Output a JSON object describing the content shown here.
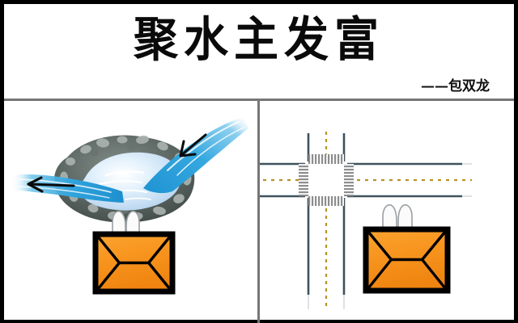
{
  "figure": {
    "title": "聚水主发富",
    "byline": "——包双龙",
    "border_color": "#000000",
    "divider_color": "#767676",
    "background": "#ffffff"
  },
  "palette": {
    "water_stream": "#3aa6dd",
    "water_stream_light": "#9ed8f2",
    "pool_fill": "#cfe5f7",
    "rock_dark": "#49544f",
    "rock_light": "#9aa3a0",
    "house_orange": "#f7941e",
    "house_orange_dark": "#ef7f11",
    "house_outline": "#000000",
    "road_edge": "#3f525e",
    "road_center_line": "#b79323",
    "crosswalk_stripe": "#8a8a8a",
    "arrow": "#000000"
  },
  "panels": [
    {
      "id": "water-pool-panel",
      "side": "left",
      "caption": "",
      "elements": [
        {
          "name": "rock-ring",
          "label": "rocky pool rim"
        },
        {
          "name": "water-pool",
          "label": "gathered water pool"
        },
        {
          "name": "inflow-stream",
          "label": "incoming water stream",
          "direction": "from upper-right"
        },
        {
          "name": "inflow-arrow",
          "label": "inflow arrow",
          "direction": "down-left"
        },
        {
          "name": "outflow-stream",
          "label": "outgoing water stream",
          "direction": "to left"
        },
        {
          "name": "outflow-arrow",
          "label": "outflow arrow",
          "direction": "left"
        },
        {
          "name": "house-icon",
          "label": "house below the gathered water"
        }
      ]
    },
    {
      "id": "crossroad-panel",
      "side": "right",
      "caption": "",
      "elements": [
        {
          "name": "vertical-road",
          "label": "north-south road"
        },
        {
          "name": "horizontal-road",
          "label": "east-west road"
        },
        {
          "name": "crosswalk-north",
          "label": "north crosswalk"
        },
        {
          "name": "crosswalk-south",
          "label": "south crosswalk"
        },
        {
          "name": "crosswalk-west",
          "label": "west crosswalk"
        },
        {
          "name": "crosswalk-east",
          "label": "east crosswalk"
        },
        {
          "name": "center-line-vertical",
          "label": "north-south centre line"
        },
        {
          "name": "center-line-horizontal",
          "label": "east-west centre line"
        },
        {
          "name": "house-icon",
          "label": "house beside the crossroad"
        }
      ]
    }
  ]
}
